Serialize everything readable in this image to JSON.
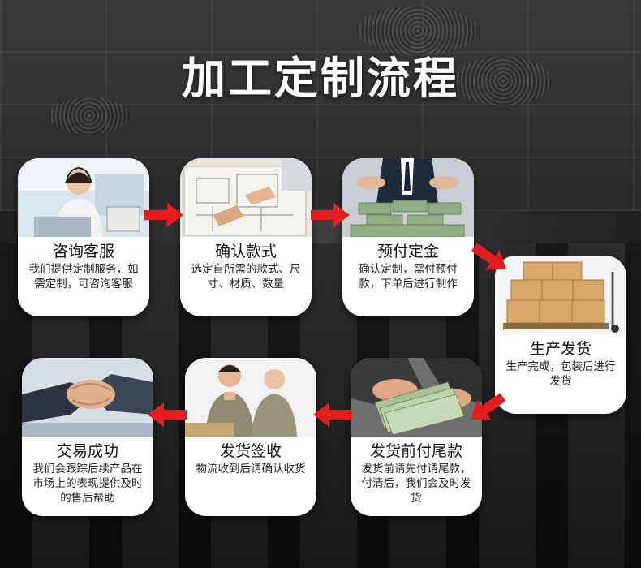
{
  "title": "加工定制流程",
  "accent_color": "#e41e1e",
  "steps": [
    {
      "title": "咨询客服",
      "desc": "我们提供定制服务，如需定制，可咨询客服"
    },
    {
      "title": "确认款式",
      "desc": "选定自所需的款式、尺寸、材质、数量"
    },
    {
      "title": "预付定金",
      "desc": "确认定制，需付预付款，下单后进行制作"
    },
    {
      "title": "生产发货",
      "desc": "生产完成，包装后进行发货"
    },
    {
      "title": "发货前付尾款",
      "desc": "发货前请先付请尾款，付清后，我们会及时发货"
    },
    {
      "title": "发货签收",
      "desc": "物流收到后请确认收货"
    },
    {
      "title": "交易成功",
      "desc": "我们会跟踪后续产品在市场上的表现提供及时的售后帮助"
    }
  ],
  "icons": {
    "step1": "customer-service-headset-icon",
    "step2": "blueprint-icon",
    "step3": "money-stack-icon",
    "step4": "cardboard-boxes-icon",
    "step5": "cash-handover-icon",
    "step6": "delivery-staff-icon",
    "step7": "handshake-icon"
  }
}
